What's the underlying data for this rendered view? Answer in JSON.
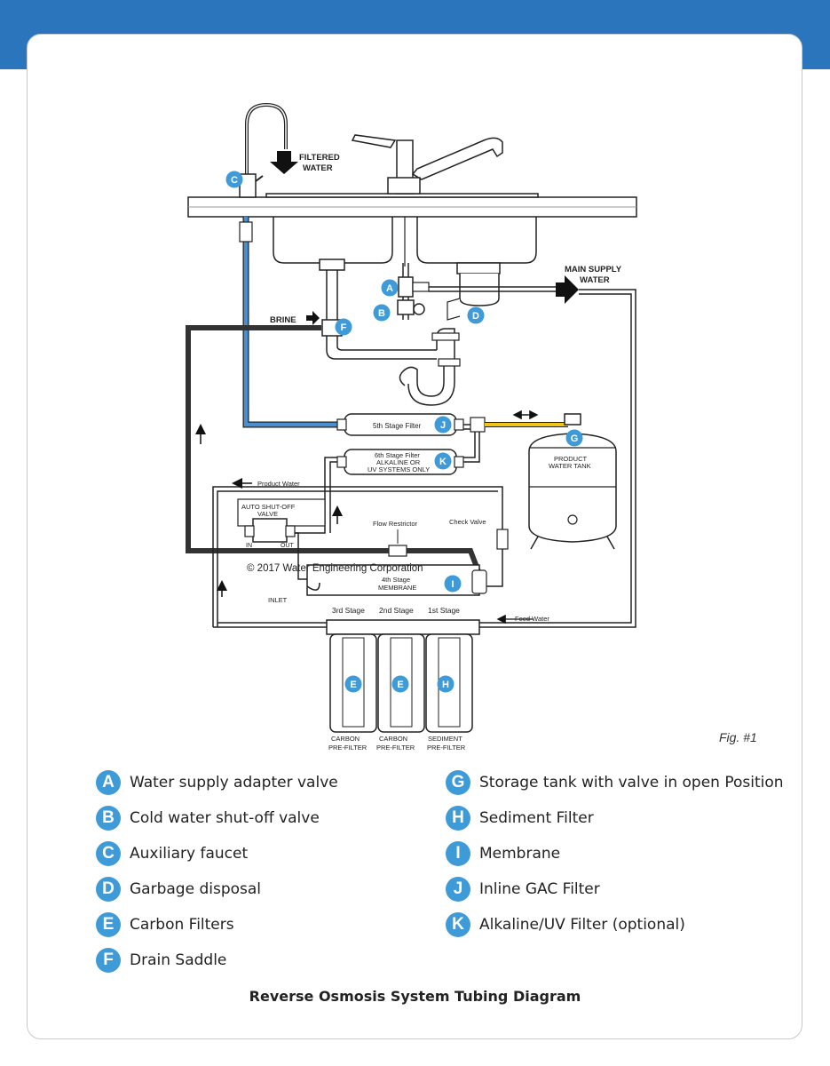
{
  "diagram": {
    "copyright": "© 2017 Water Engineering Corporation",
    "fig_label": "Fig. #1",
    "labels": {
      "filtered_water_1": "FILTERED",
      "filtered_water_2": "WATER",
      "main_supply_1": "MAIN SUPPLY",
      "main_supply_2": "WATER",
      "brine": "BRINE",
      "fifth_stage": "5th Stage Filter",
      "sixth_stage_1": "6th Stage Filter",
      "sixth_stage_2": "ALKALINE OR",
      "sixth_stage_3": "UV SYSTEMS ONLY",
      "product_water": "Product Water",
      "product_tank_1": "PRODUCT",
      "product_tank_2": "WATER TANK",
      "auto_shutoff_1": "AUTO SHUT-OFF",
      "auto_shutoff_2": "VALVE",
      "in": "IN",
      "out": "OUT",
      "flow_restrictor": "Flow Restrictor",
      "check_valve": "Check Valve",
      "fourth_stage_1": "4th Stage",
      "fourth_stage_2": "MEMBRANE",
      "inlet": "INLET",
      "third_stage": "3rd Stage",
      "second_stage": "2nd Stage",
      "first_stage": "1st Stage",
      "feed_water": "Feed Water",
      "carbon_1": "CARBON",
      "carbon_2": "PRE-FILTER",
      "sediment_1": "SEDIMENT",
      "sediment_2": "PRE-FILTER"
    },
    "badges": {
      "a": "A",
      "b": "B",
      "c": "C",
      "d": "D",
      "e1": "E",
      "e2": "E",
      "f": "F",
      "g": "G",
      "h": "H",
      "i": "I",
      "j": "J",
      "k": "K"
    }
  },
  "legend": [
    {
      "letter": "A",
      "text": "Water supply adapter valve"
    },
    {
      "letter": "B",
      "text": "Cold water shut-off valve"
    },
    {
      "letter": "C",
      "text": "Auxiliary faucet"
    },
    {
      "letter": "D",
      "text": "Garbage disposal"
    },
    {
      "letter": "E",
      "text": "Carbon Filters"
    },
    {
      "letter": "F",
      "text": "Drain Saddle"
    },
    {
      "letter": "G",
      "text": "Storage tank with valve in open Position"
    },
    {
      "letter": "H",
      "text": "Sediment Filter"
    },
    {
      "letter": "I",
      "text": "Membrane"
    },
    {
      "letter": "J",
      "text": "Inline GAC Filter"
    },
    {
      "letter": "K",
      "text": "Alkaline/UV Filter (optional)"
    }
  ],
  "caption": "Reverse Osmosis System Tubing Diagram",
  "colors": {
    "header_blue": "#2a75bb",
    "badge_blue": "#3f9bd8",
    "product_line_blue": "#4a90d0",
    "tank_line_yellow": "#f0c419",
    "brine_line_dark": "#333333"
  }
}
